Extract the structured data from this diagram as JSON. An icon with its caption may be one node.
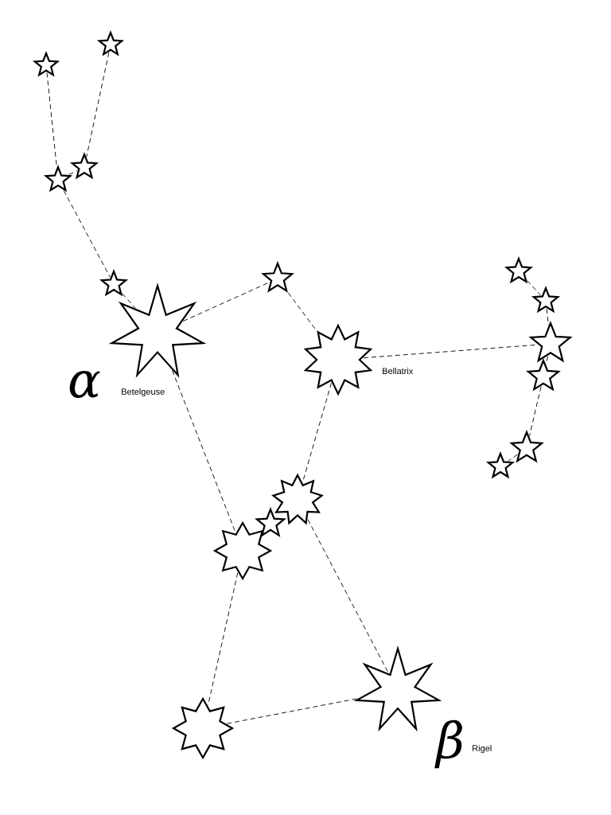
{
  "diagram": {
    "nodes": [
      {
        "text": [],
        "shape": "star"
      },
      {
        "text": [],
        "shape": "star"
      },
      {
        "text": [],
        "shape": "star"
      },
      {
        "text": [],
        "shape": "star"
      },
      {
        "text": [],
        "shape": "star"
      },
      {
        "text": [],
        "shape": "star"
      },
      {
        "text": [],
        "shape": "star"
      },
      {
        "text": [],
        "shape": "star"
      },
      {
        "text": [],
        "shape": "star",
        "beside": [
          "α",
          "Betelgeuse"
        ]
      },
      {
        "text": [],
        "shape": "star"
      },
      {
        "text": [],
        "shape": "star",
        "beside": [
          "Bellatrix"
        ]
      },
      {
        "text": [],
        "shape": "star"
      },
      {
        "text": [],
        "shape": "star"
      },
      {
        "text": [],
        "shape": "star"
      },
      {
        "text": [],
        "shape": "star"
      },
      {
        "text": [],
        "shape": "star"
      },
      {
        "text": [],
        "shape": "star"
      },
      {
        "text": [],
        "shape": "star",
        "beside": [
          "β",
          "Rigel"
        ]
      },
      {
        "text": [],
        "shape": "star"
      }
    ],
    "edges": [
      {
        "from": 1,
        "to": 3,
        "arrow": "none"
      },
      {
        "from": 0,
        "to": 2,
        "arrow": "none"
      },
      {
        "from": 3,
        "to": 2,
        "arrow": "none"
      },
      {
        "from": 3,
        "to": 6,
        "arrow": "none"
      },
      {
        "from": 6,
        "to": 8,
        "arrow": "none"
      },
      {
        "from": 8,
        "to": 5,
        "arrow": "none"
      },
      {
        "from": 5,
        "to": 10,
        "arrow": "none"
      },
      {
        "from": 10,
        "to": 9,
        "arrow": "none"
      },
      {
        "from": 4,
        "to": 7,
        "arrow": "none"
      },
      {
        "from": 7,
        "to": 9,
        "arrow": "none"
      },
      {
        "from": 9,
        "to": 11,
        "arrow": "none"
      },
      {
        "from": 11,
        "to": 12,
        "arrow": "none"
      },
      {
        "from": 12,
        "to": 13,
        "arrow": "none"
      },
      {
        "from": 8,
        "to": 16,
        "arrow": "none"
      },
      {
        "from": 10,
        "to": 14,
        "arrow": "none"
      },
      {
        "from": 14,
        "to": 17,
        "arrow": "none"
      },
      {
        "from": 16,
        "to": 18,
        "arrow": "none"
      },
      {
        "from": 18,
        "to": 17,
        "arrow": "none"
      }
    ]
  }
}
